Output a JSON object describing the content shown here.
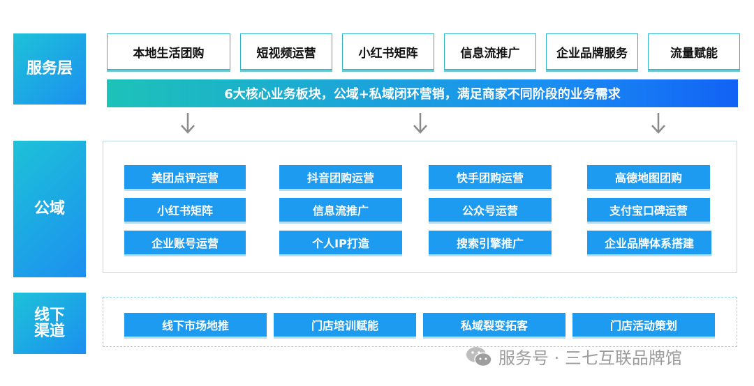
{
  "layers": {
    "service": "服务层",
    "public": "公域",
    "offline": "线下\n渠道"
  },
  "service_items": [
    "本地生活团购",
    "短视频运营",
    "小红书矩阵",
    "信息流推广",
    "企业品牌服务",
    "流量赋能"
  ],
  "banner": "6大核心业务板块，公域+私域闭环营销，满足商家不同阶段的业务需求",
  "public_grid": [
    [
      "美团点评运营",
      "小红书矩阵",
      "企业账号运营"
    ],
    [
      "抖音团购运营",
      "信息流推广",
      "个人IP打造"
    ],
    [
      "快手团购运营",
      "公众号运营",
      "搜索引擎推广"
    ],
    [
      "高德地图团购",
      "支付宝口碑运营",
      "企业品牌体系搭建"
    ]
  ],
  "offline_items": [
    "线下市场地推",
    "门店培训赋能",
    "私域裂变拓客",
    "门店活动策划"
  ],
  "watermark": "服务号 · 三七互联品牌馆",
  "colors": {
    "accent": "#1d9bf0",
    "teal": "#1dc2d8",
    "banner_end": "#1262f5"
  }
}
